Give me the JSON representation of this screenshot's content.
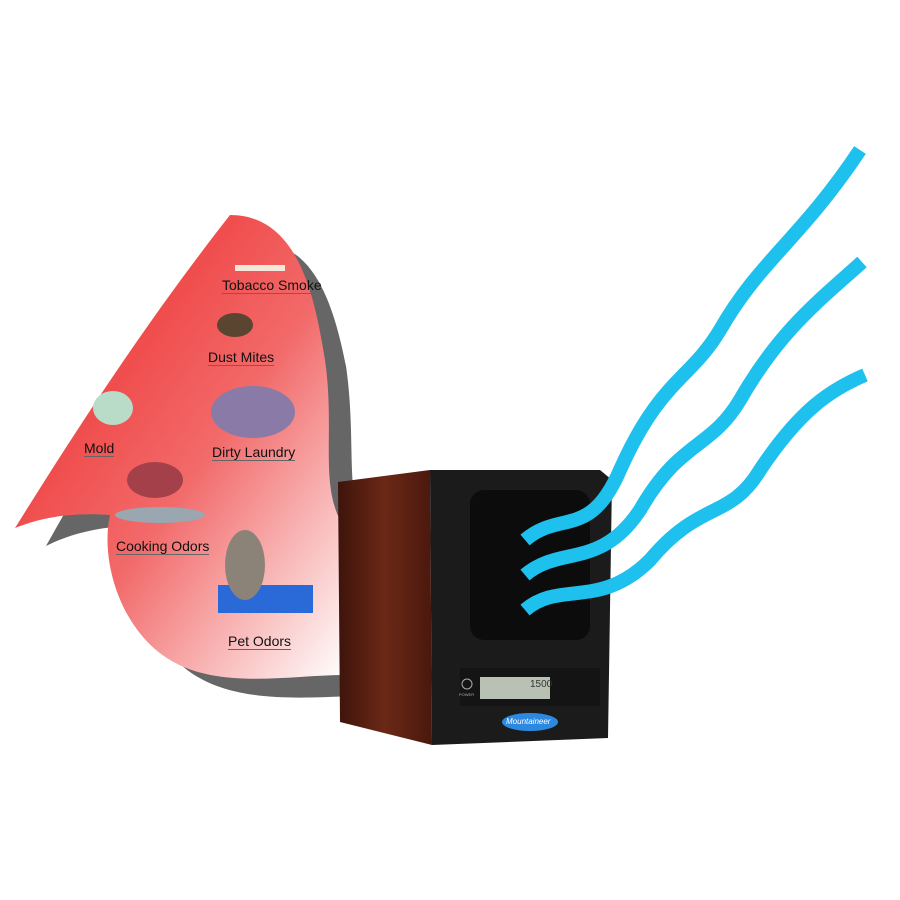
{
  "pollutants": [
    {
      "label": "Tobacco Smoke"
    },
    {
      "label": "Dust Mites"
    },
    {
      "label": "Mold"
    },
    {
      "label": "Dirty Laundry"
    },
    {
      "label": "Cooking Odors"
    },
    {
      "label": "Pet Odors"
    }
  ],
  "device": {
    "display_value": "1500",
    "power_label": "POWER",
    "brand_logo": "Mountaineer"
  },
  "colors": {
    "polluted_air": "#f03a3a",
    "clean_air": "#1ec0ee",
    "cabinet_wood": "#5a1f12",
    "front_panel": "#1a1a1a"
  }
}
